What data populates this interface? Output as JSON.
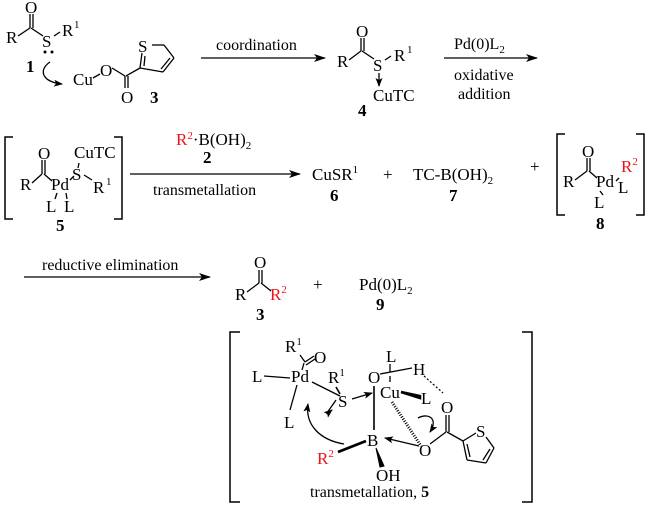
{
  "colors": {
    "text": "#000000",
    "highlight": "#e8141c",
    "background": "#ffffff"
  },
  "row1": {
    "thioester": {
      "r": "R",
      "o": "O",
      "s": "S",
      "r1": "R",
      "r1_sup": "1",
      "label": "1"
    },
    "cutc_reagent": {
      "cu": "Cu",
      "o": "O",
      "o2": "O",
      "s": "S",
      "label": "3"
    },
    "arrow1": {
      "above": "coordination"
    },
    "complex4": {
      "r": "R",
      "o": "O",
      "s": "S",
      "r1": "R",
      "r1_sup": "1",
      "cutc": "CuTC",
      "label": "4"
    },
    "arrow2": {
      "above_main": "Pd(0)L",
      "above_sub": "2",
      "below_line1": "oxidative",
      "below_line2": "addition"
    }
  },
  "row2": {
    "complex5": {
      "r": "R",
      "o": "O",
      "pd": "Pd",
      "s": "S",
      "r1": "R",
      "r1_sup": "1",
      "cutc": "CuTC",
      "l1": "L",
      "l2": "L",
      "label": "5"
    },
    "reagent2": {
      "r2": "R",
      "r2_sup": "2",
      "boronic": "B(OH)",
      "boronic_sub": "2",
      "label": "2"
    },
    "arrow3": {
      "below": "transmetallation"
    },
    "product6": {
      "text": "CuSR",
      "sup": "1",
      "label": "6"
    },
    "plus1": "+",
    "product7": {
      "text": "TC-B(OH)",
      "sub": "2",
      "label": "7"
    },
    "plus2": "+",
    "complex8": {
      "r": "R",
      "o": "O",
      "pd": "Pd",
      "r2": "R",
      "r2_sup": "2",
      "l1": "L",
      "l2": "L",
      "label": "8"
    }
  },
  "row3": {
    "arrow4": {
      "above": "reductive elimination"
    },
    "ketone3": {
      "r": "R",
      "o": "O",
      "r2": "R",
      "r2_sup": "2",
      "label": "3"
    },
    "plus": "+",
    "catalyst9": {
      "text": "Pd(0)L",
      "sub": "2",
      "label": "9"
    }
  },
  "transition_state": {
    "r1a": "R",
    "r1a_sup": "1",
    "o_acyl": "O",
    "l_left": "L",
    "pd": "Pd",
    "l_bottom": "L",
    "r1b": "R",
    "r1b_sup": "1",
    "s": "S",
    "o_top": "O",
    "l_top": "L",
    "h": "H",
    "cu": "Cu",
    "l_cu": "L",
    "o_carbonyl": "O",
    "o_ester": "O",
    "s_thio": "S",
    "b": "B",
    "r2": "R",
    "r2_sup": "2",
    "oh": "OH",
    "caption": "transmetallation, ",
    "caption_label": "5"
  }
}
